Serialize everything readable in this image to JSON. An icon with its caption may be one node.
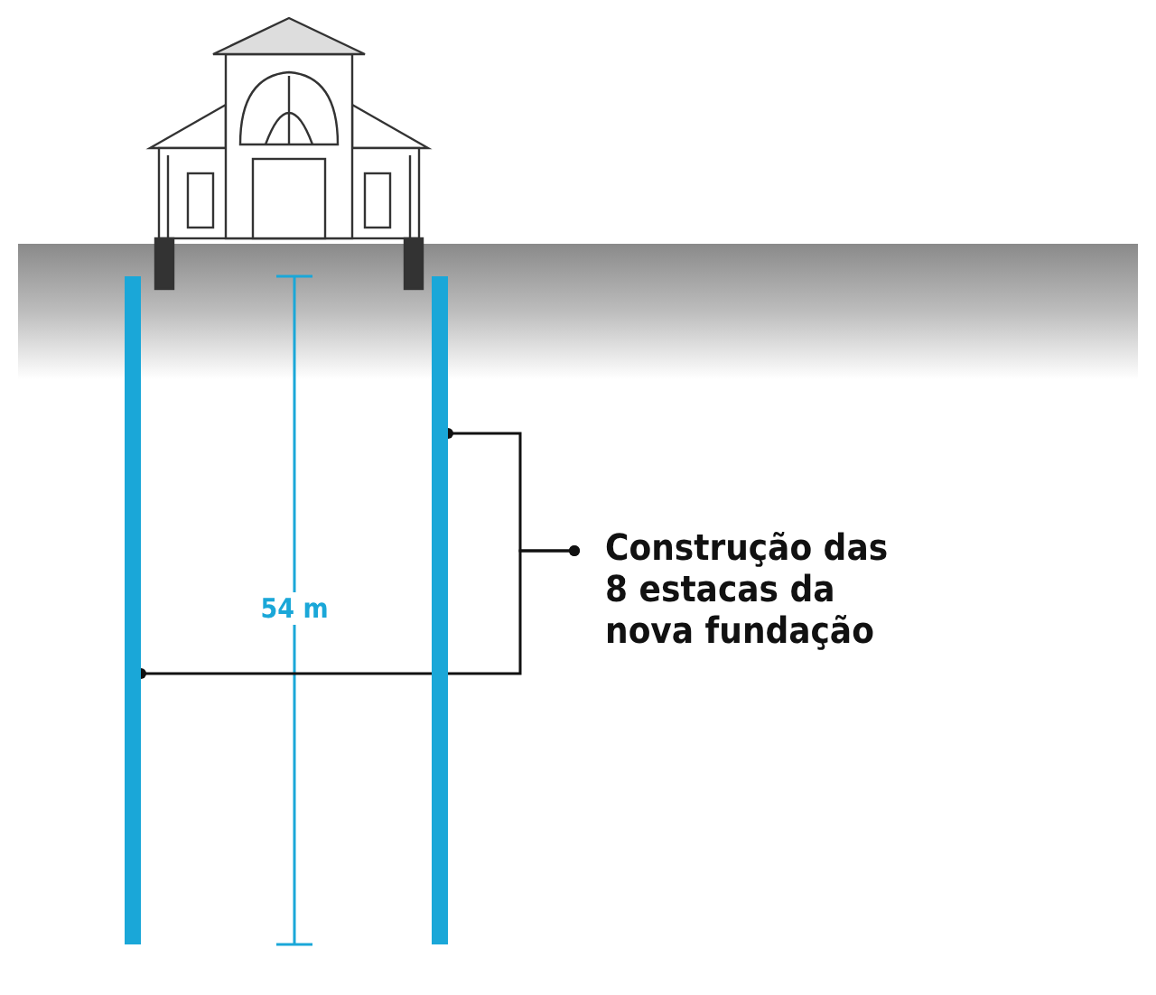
{
  "diagram": {
    "nodes": [
      {
        "text": [
          "Construção das 8 estacas da nova fundação"
        ]
      },
      {
        "text": [],
        "shape": "bar"
      },
      {
        "text": [],
        "shape": "bar"
      }
    ],
    "edges": [
      {
        "from": 0,
        "to": 2,
        "arrow": "other"
      },
      {
        "from": 0,
        "to": 1,
        "arrow": "other"
      }
    ],
    "labels": [
      "54 m"
    ]
  }
}
